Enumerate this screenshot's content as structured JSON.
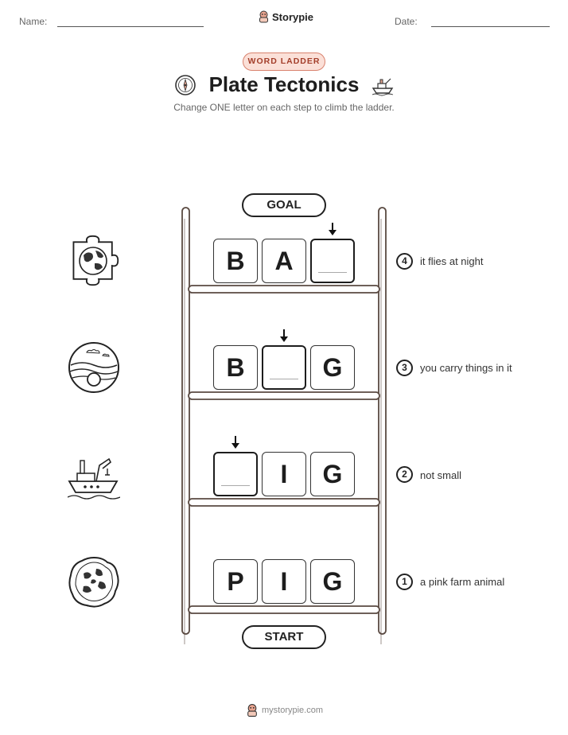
{
  "header": {
    "name_label": "Name:",
    "date_label": "Date:",
    "brand": "Storypie"
  },
  "worksheet": {
    "badge": "WORD LADDER",
    "title": "Plate Tectonics",
    "instructions": "Change ONE letter on each step to climb the ladder."
  },
  "ladder": {
    "goal_label": "GOAL",
    "start_label": "START",
    "rows": [
      {
        "step": "4",
        "clue": "it flies at night",
        "letters": [
          "B",
          "A",
          ""
        ],
        "icon": "puzzle-globe-icon"
      },
      {
        "step": "3",
        "clue": "you carry things in it",
        "letters": [
          "B",
          "",
          "G"
        ],
        "icon": "earth-layers-icon"
      },
      {
        "step": "2",
        "clue": "not small",
        "letters": [
          "",
          "I",
          "G"
        ],
        "icon": "drilling-ship-icon"
      },
      {
        "step": "1",
        "clue": "a pink farm animal",
        "letters": [
          "P",
          "I",
          "G"
        ],
        "icon": "rock-texture-icon"
      }
    ]
  },
  "footer": {
    "site": "mystorypie.com"
  },
  "colors": {
    "badge_bg": "#fbe0d8",
    "badge_text": "#a33e2a",
    "ladder_wood": "#5a4a42"
  }
}
